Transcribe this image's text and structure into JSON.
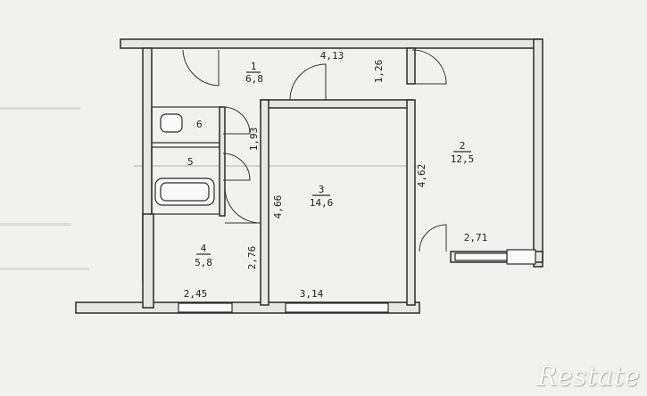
{
  "rooms": [
    {
      "id": "1",
      "area": "6,8"
    },
    {
      "id": "2",
      "area": "12,5"
    },
    {
      "id": "3",
      "area": "14,6"
    },
    {
      "id": "4",
      "area": "5,8"
    },
    {
      "id": "5",
      "area": ""
    },
    {
      "id": "6",
      "area": ""
    }
  ],
  "dimensions": {
    "d413": "4,13",
    "d126": "1,26",
    "d193": "1,93",
    "d462": "4,62",
    "d466": "4,66",
    "d276": "2,76",
    "d271": "2,71",
    "d245": "2,45",
    "d314": "3,14"
  },
  "watermark": "Restate"
}
